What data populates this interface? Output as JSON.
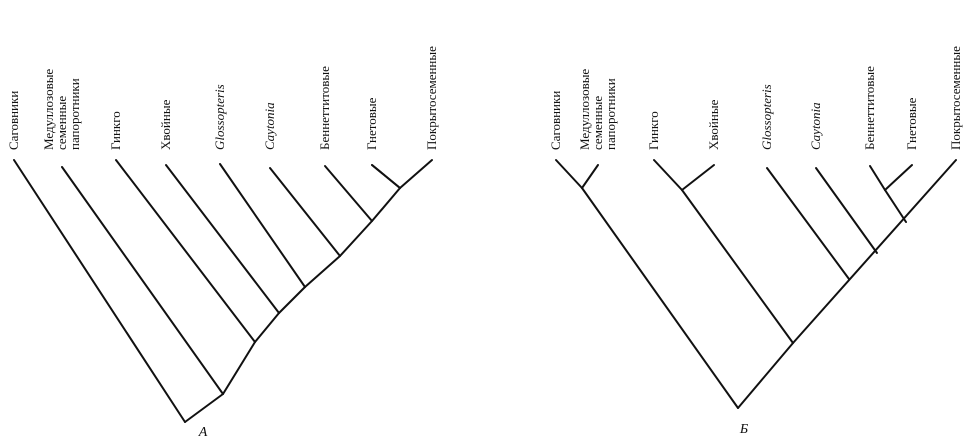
{
  "panels": [
    {
      "letter": "А",
      "taxa": [
        {
          "lines": [
            "Саговники"
          ],
          "italic": false
        },
        {
          "lines": [
            "Медуллозовые",
            "семенные",
            "папоротники"
          ],
          "italic": false
        },
        {
          "lines": [
            "Гинкго"
          ],
          "italic": false
        },
        {
          "lines": [
            "Хвойные"
          ],
          "italic": false
        },
        {
          "lines": [
            "Glossopteris"
          ],
          "italic": true
        },
        {
          "lines": [
            "Caytonia"
          ],
          "italic": true
        },
        {
          "lines": [
            "Беннеттитовые"
          ],
          "italic": false
        },
        {
          "lines": [
            "Гнетовые"
          ],
          "italic": false
        },
        {
          "lines": [
            "Покрытосеменные"
          ],
          "italic": false
        }
      ],
      "topology": "(Саговники,(Медуллозовые семенные папоротники,(Гинкго,(Хвойные,(Glossopteris,(Caytonia,(Беннеттитовые,(Гнетовые,Покрытосеменные))))))))"
    },
    {
      "letter": "Б",
      "taxa": [
        {
          "lines": [
            "Саговники"
          ],
          "italic": false
        },
        {
          "lines": [
            "Медуллозовые",
            "семенные",
            "папоротники"
          ],
          "italic": false
        },
        {
          "lines": [
            "Гинкго"
          ],
          "italic": false
        },
        {
          "lines": [
            "Хвойные"
          ],
          "italic": false
        },
        {
          "lines": [
            "Glossopteris"
          ],
          "italic": true
        },
        {
          "lines": [
            "Caytonia"
          ],
          "italic": true
        },
        {
          "lines": [
            "Беннеттитовые"
          ],
          "italic": false
        },
        {
          "lines": [
            "Гнетовые"
          ],
          "italic": false
        },
        {
          "lines": [
            "Покрытосеменные"
          ],
          "italic": false
        }
      ],
      "topology": "((Саговники,Медуллозовые семенные папоротники),((Гинкго,Хвойные),(Glossopteris,(Caytonia,((Беннеттитовые,Гнетовые),Покрытосеменные)))))"
    }
  ]
}
